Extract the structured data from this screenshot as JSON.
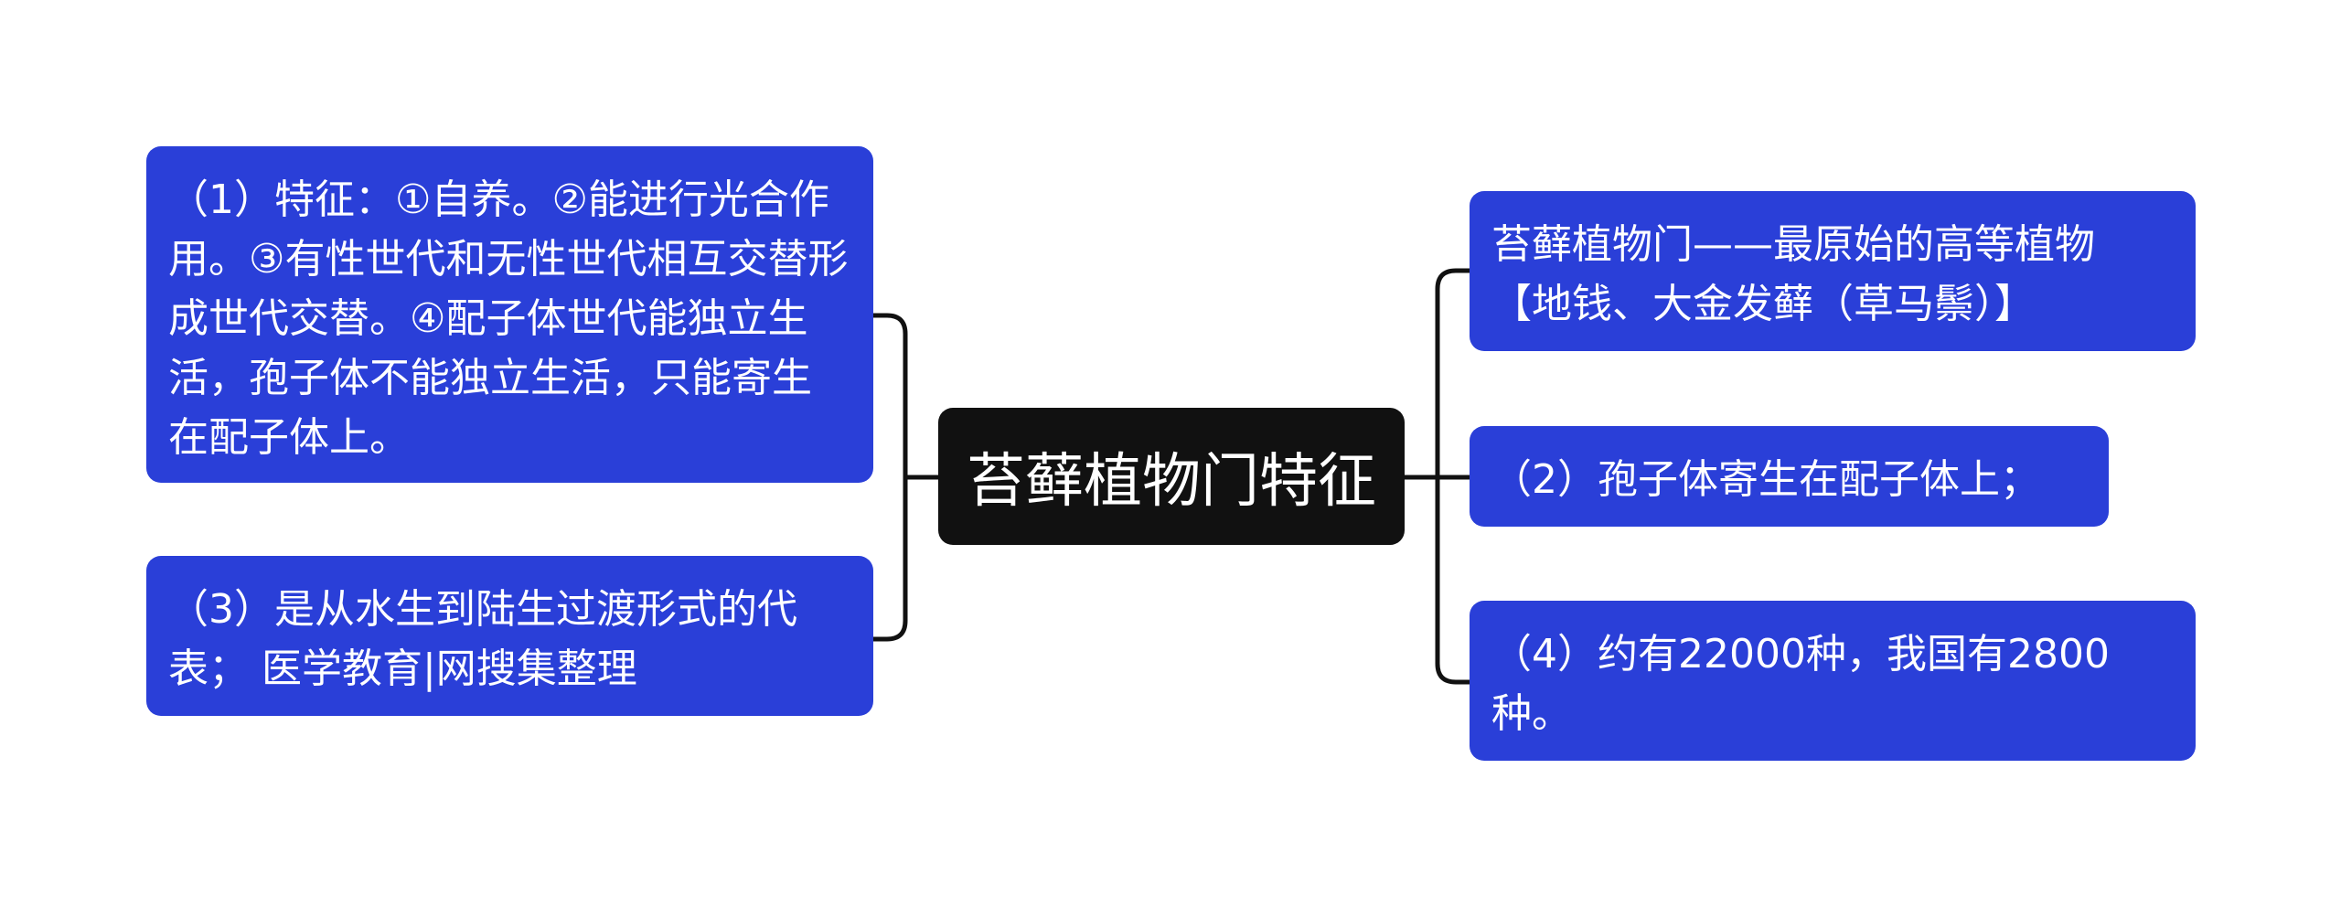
{
  "colors": {
    "root_bg": "#111111",
    "node_bg": "#2a3fd8",
    "text": "#ffffff",
    "connector": "#111111"
  },
  "mindmap": {
    "root": "苔藓植物门特征",
    "left": [
      "（1）特征：①自养。②能进行光合作用。③有性世代和无性世代相互交替形成世代交替。④配子体世代能独立生活，孢子体不能独立生活，只能寄生在配子体上。",
      "（3）是从水生到陆生过渡形式的代表； 医学教育|网搜集整理"
    ],
    "right": [
      "苔藓植物门——最原始的高等植物【地钱、大金发藓（草马鬃）】",
      "（2）孢子体寄生在配子体上；",
      "（4）约有22000种，我国有2800种。"
    ]
  }
}
